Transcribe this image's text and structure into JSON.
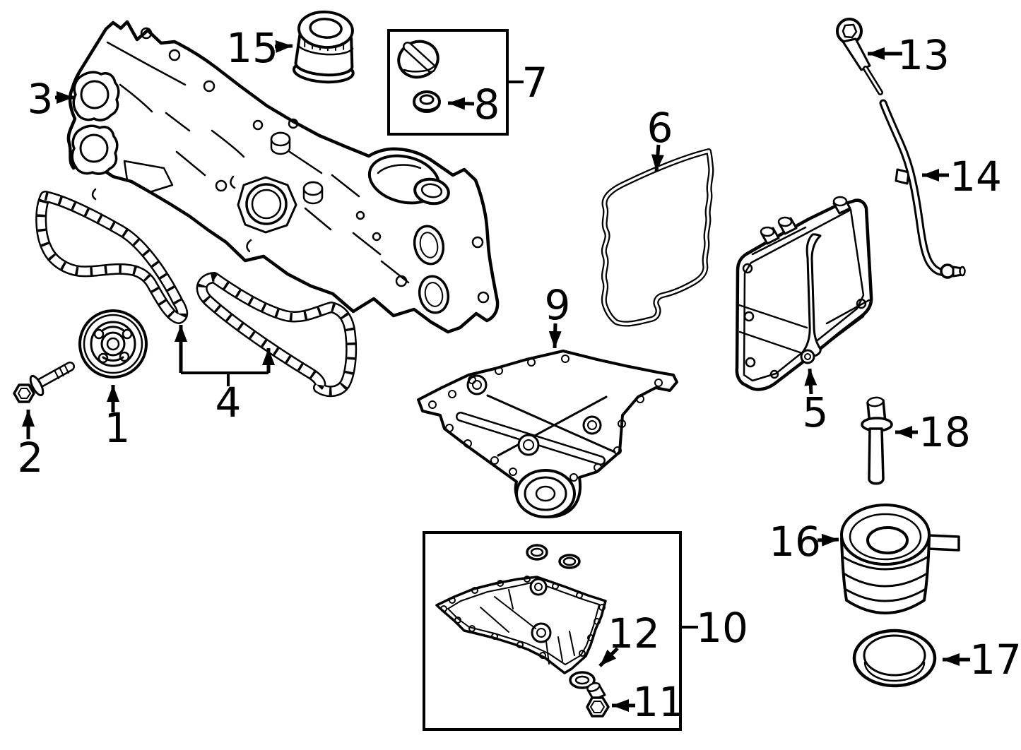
{
  "figure": {
    "type": "exploded-parts-diagram",
    "background_color": "#ffffff",
    "line_color": "#000000"
  },
  "callouts": [
    {
      "label": "1",
      "target": "crankshaft-pulley"
    },
    {
      "label": "2",
      "target": "crankshaft-pulley-bolt"
    },
    {
      "label": "3",
      "target": "timing-chain-cover"
    },
    {
      "label": "4",
      "target": "timing-chains"
    },
    {
      "label": "5",
      "target": "valve-cover"
    },
    {
      "label": "6",
      "target": "valve-cover-gasket"
    },
    {
      "label": "7",
      "target": "oil-filler-cap-kit"
    },
    {
      "label": "8",
      "target": "filler-cap-seal"
    },
    {
      "label": "9",
      "target": "upper-oil-pan"
    },
    {
      "label": "10",
      "target": "lower-oil-pan-kit"
    },
    {
      "label": "11",
      "target": "drain-plug"
    },
    {
      "label": "12",
      "target": "drain-plug-gasket"
    },
    {
      "label": "13",
      "target": "oil-dipstick"
    },
    {
      "label": "14",
      "target": "dipstick-tube"
    },
    {
      "label": "15",
      "target": "oil-filter"
    },
    {
      "label": "16",
      "target": "oil-cooler"
    },
    {
      "label": "17",
      "target": "oil-cooler-seal"
    },
    {
      "label": "18",
      "target": "oil-cooler-stud"
    }
  ]
}
